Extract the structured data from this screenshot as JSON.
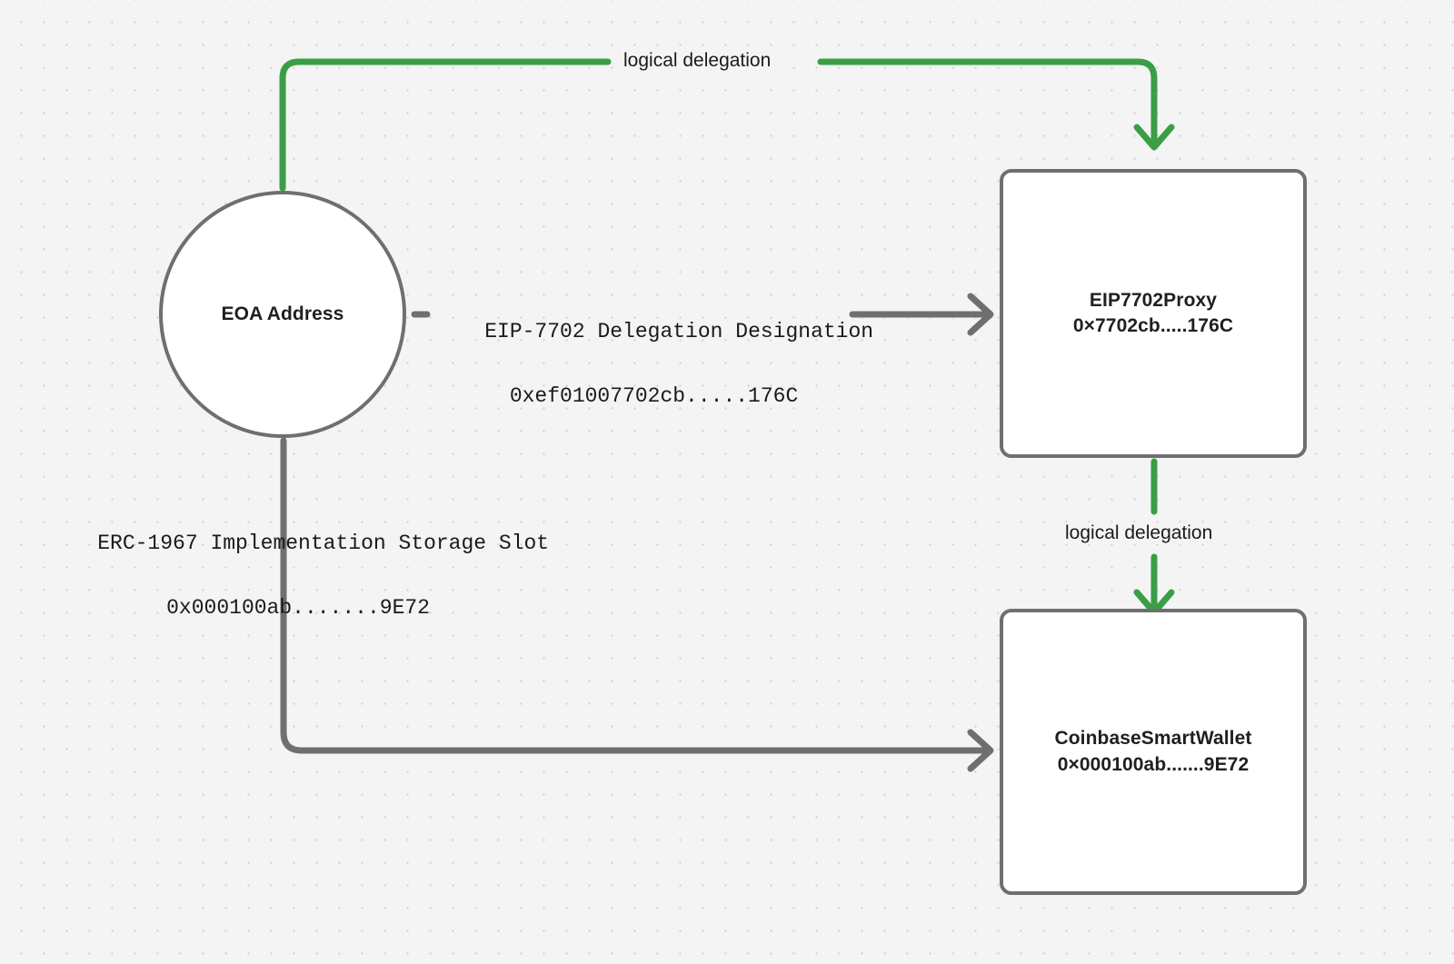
{
  "diagram": {
    "title": "EIP-7702 delegation and ERC-1967 proxy diagram",
    "background_color": "#f4f4f4",
    "grid": "dot-grid",
    "stroke_gray": "#6f6f6f",
    "stroke_green": "#3a9e46",
    "text_color": "#1a1a1a"
  },
  "nodes": {
    "eoa": {
      "shape": "circle",
      "label": "EOA Address"
    },
    "proxy": {
      "shape": "rectangle",
      "title": "EIP7702Proxy",
      "address": "0×7702cb.....176C"
    },
    "wallet": {
      "shape": "rectangle",
      "title": "CoinbaseSmartWallet",
      "address": "0×000100ab.......9E72"
    }
  },
  "edges": {
    "delegation_designation": {
      "line1": "EIP-7702 Delegation Designation",
      "line2": "0xef01007702cb.....176C",
      "color": "#6f6f6f",
      "from": "eoa",
      "to": "proxy"
    },
    "implementation_slot": {
      "line1": "ERC-1967 Implementation Storage Slot",
      "line2": "0x000100ab.......9E72",
      "color": "#6f6f6f",
      "from": "eoa",
      "to": "wallet"
    },
    "logical_delegation_top": {
      "label": "logical delegation",
      "color": "#3a9e46",
      "from": "eoa",
      "to": "proxy"
    },
    "logical_delegation_right": {
      "label": "logical delegation",
      "color": "#3a9e46",
      "from": "proxy",
      "to": "wallet"
    }
  }
}
